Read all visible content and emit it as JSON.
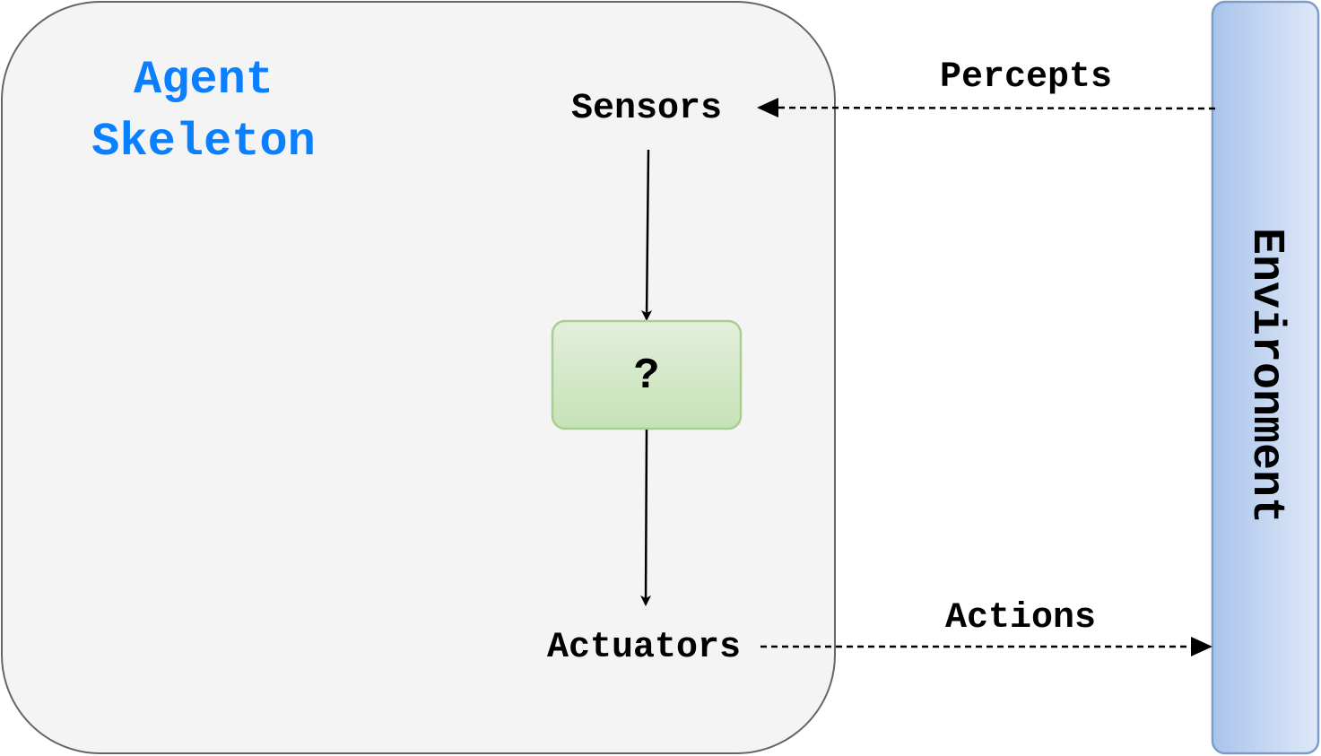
{
  "agent": {
    "title_line1": "Agent",
    "title_line2": "Skeleton"
  },
  "nodes": {
    "sensors": "Sensors",
    "processor": "?",
    "actuators": "Actuators"
  },
  "edges": {
    "percepts": "Percepts",
    "actions": "Actions"
  },
  "environment": {
    "label": "Environment"
  },
  "colors": {
    "agent_fill": "#f4f4f4",
    "agent_stroke": "#666666",
    "title_color": "#0a80ff",
    "processor_fill_top": "#e3efdc",
    "processor_fill_bottom": "#c6e2b6",
    "processor_stroke": "#a8cf93",
    "environment_fill_left": "#a9c4ea",
    "environment_fill_right": "#dfe8f8",
    "environment_stroke": "#7c9dcb",
    "text": "#000000"
  }
}
